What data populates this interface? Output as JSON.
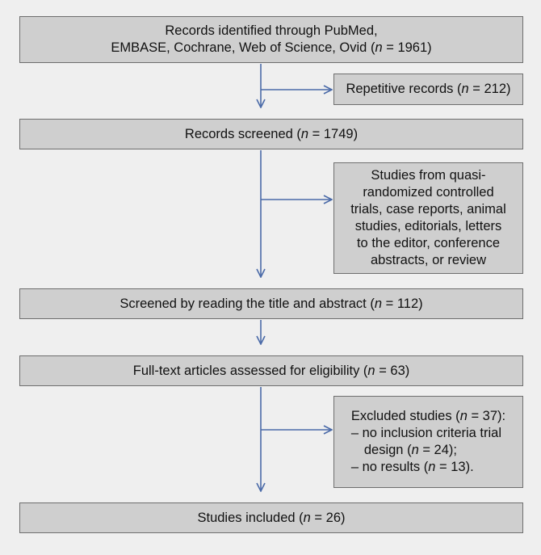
{
  "diagram": {
    "identified": {
      "lines": [
        "Records identified through PubMed,",
        "EMBASE, Cochrane, Web of Science, Ovid"
      ],
      "n_text": "n",
      "n_value": " = 1961)",
      "prefix": "("
    },
    "repetitive": {
      "label": "Repetitive records (",
      "n_text": "n",
      "n_value": " = 212)"
    },
    "screened": {
      "label": "Records screened (",
      "n_text": "n",
      "n_value": " = 1749)"
    },
    "excluded_types": {
      "lines": [
        "Studies from quasi-",
        "randomized controlled",
        "trials, case reports, animal",
        "studies, editorials, letters",
        "to the editor, conference",
        "abstracts, or review"
      ]
    },
    "title_abstract": {
      "label": "Screened by reading the title and abstract (",
      "n_text": "n",
      "n_value": " = 112)"
    },
    "fulltext": {
      "label": "Full-text articles assessed for eligibility (",
      "n_text": "n",
      "n_value": " = 63)"
    },
    "excluded_studies": {
      "title": "Excluded studies (",
      "title_n": "n",
      "title_value": " = 37):",
      "item1_a": "– no inclusion criteria trial",
      "item1_b": "design (",
      "item1_n": "n",
      "item1_value": " = 24);",
      "item2_a": "– no results (",
      "item2_n": "n",
      "item2_value": " = 13)."
    },
    "included": {
      "label": "Studies included (",
      "n_text": "n",
      "n_value": " = 26)"
    },
    "colors": {
      "background": "#efefef",
      "box_fill": "#cfcfcf",
      "box_border": "#6e6e6e",
      "arrow": "#4a6aa8"
    }
  }
}
